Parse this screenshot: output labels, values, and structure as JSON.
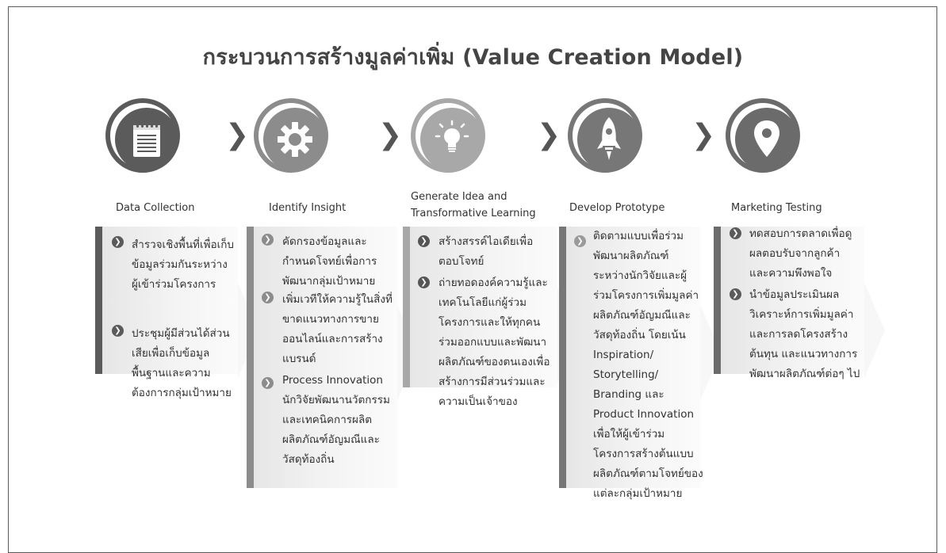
{
  "title": "กระบวนการสร้างมูลค่าเพิ่ม (Value Creation Model)",
  "chevron": "❯",
  "bullet_glyph": "❯",
  "stages": [
    {
      "label": "Data Collection",
      "icon": "notepad-icon",
      "items": [
        "สำรวจเชิงพื้นที่เพื่อเก็บ\nข้อมูลร่วมกันระหว่าง\nผู้เข้าร่วมโครงการ",
        "ประชุมผู้มีส่วนได้ส่วน\nเสียเพื่อเก็บข้อมูล\nพื้นฐานและความ\nต้องการกลุ่มเป้าหมาย"
      ]
    },
    {
      "label": "Identify Insight",
      "icon": "gear-icon",
      "items": [
        "คัดกรองข้อมูลและ\nกำหนดโจทย์เพื่อการ\nพัฒนากลุ่มเป้าหมาย",
        "เพิ่มเวทีให้ความรู้ในสิ่งที่\nขาดแนวทางการขาย\nออนไลน์และการสร้าง\nแบรนด์",
        "Process Innovation\nนักวิจัยพัฒนานวัตกรรม\nและเทคนิคการผลิต\nผลิตภัณฑ์อัญมณีและ\nวัสดุท้องถิ่น"
      ]
    },
    {
      "label": "Generate Idea and\nTransformative Learning",
      "icon": "lightbulb-icon",
      "items": [
        "สร้างสรรค์ไอเดียเพื่อ\nตอบโจทย์",
        "ถ่ายทอดองค์ความรู้และ\nเทคโนโลยีแก่ผู้ร่วม\nโครงการและให้ทุกคน\nร่วมออกแบบและพัฒนา\nผลิตภัณฑ์ของตนเองเพื่อ\nสร้างการมีส่วนร่วมและ\nความเป็นเจ้าของ"
      ]
    },
    {
      "label": "Develop Prototype",
      "icon": "rocket-icon",
      "items": [
        "ติดตามแบบเพื่อร่วม\nพัฒนาผลิตภัณฑ์\nระหว่างนักวิจัยและผู้\nร่วมโครงการเพิ่มมูลค่า\nผลิตภัณฑ์อัญมณีและ\nวัสดุท้องถิ่น โดยเน้น\nInspiration/\nStorytelling/\nBranding และ\nProduct Innovation\nเพื่อให้ผู้เข้าร่วม\nโครงการสร้างต้นแบบ\nผลิตภัณฑ์ตามโจทย์ของ\nแต่ละกลุ่มเป้าหมาย"
      ]
    },
    {
      "label": "Marketing Testing",
      "icon": "map-pin-icon",
      "items": [
        "ทดสอบการตลาดเพื่อดู\nผลตอบรับจากลูกค้า\nและความพึงพอใจ",
        "นำข้อมูลประเมินผล\nวิเคราะห์การเพิ่มมูลค่า\nและการลดโครงสร้าง\nต้นทุน และแนวทางการ\nพัฒนาผลิตภัณฑ์ต่อๆ ไป"
      ]
    }
  ],
  "colors": {
    "stage1": "#5b5b5b",
    "stage2": "#8c8c8c",
    "stage3": "#a8a8a8",
    "stage4": "#777777",
    "stage5": "#6b6b6b"
  }
}
